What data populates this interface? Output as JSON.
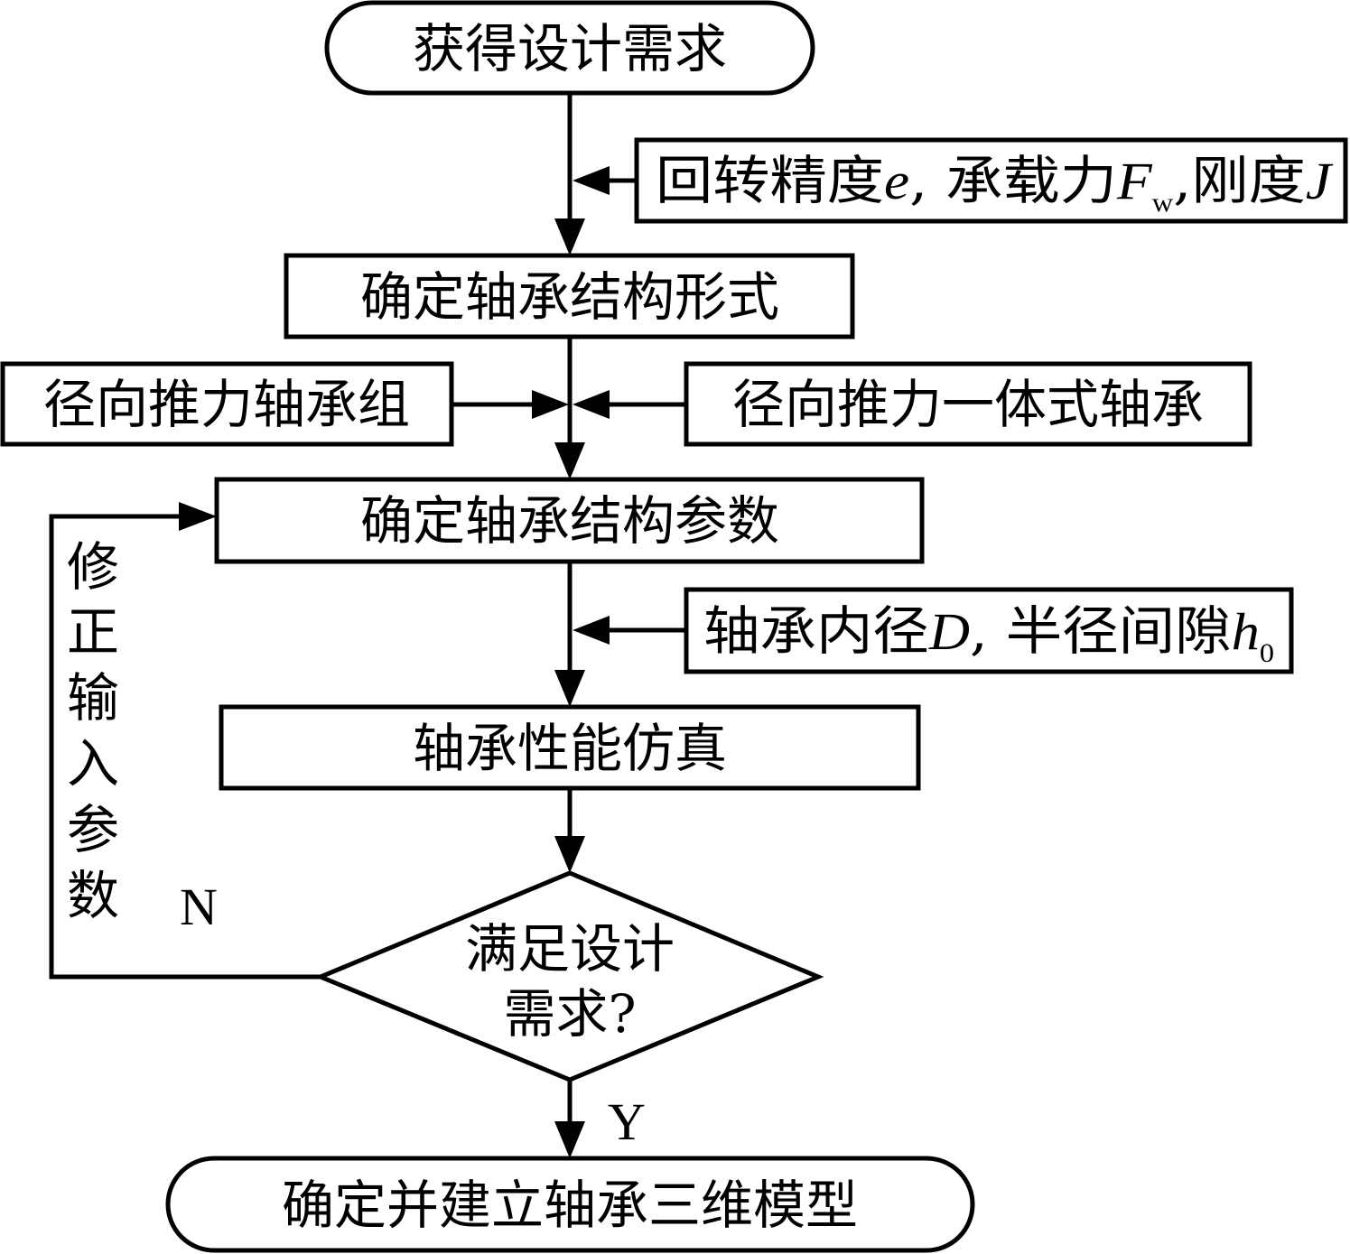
{
  "nodes": {
    "start": "获得设计需求",
    "structure_form": "确定轴承结构形式",
    "structure_params": "确定轴承结构参数",
    "simulation": "轴承性能仿真",
    "decision_line1": "满足设计",
    "decision_line2": "需求?",
    "end": "确定并建立轴承三维模型"
  },
  "inputs": {
    "requirements": {
      "text1": "回转精度",
      "var_e": "e",
      "sep1": ", 承载力",
      "var_F": "F",
      "sub_w": "w",
      "sep2": ",刚度",
      "var_J": "J"
    },
    "thrust_group": "径向推力轴承组",
    "integral_bearing": "径向推力一体式轴承",
    "params": {
      "text1": "轴承内径",
      "var_D": "D",
      "sep": ", 半径间隙",
      "var_h": "h",
      "sub_0": "0"
    }
  },
  "feedback": {
    "chars": [
      "修",
      "正",
      "输",
      "入",
      "参",
      "数"
    ]
  },
  "branch_labels": {
    "no": "N",
    "yes": "Y"
  }
}
